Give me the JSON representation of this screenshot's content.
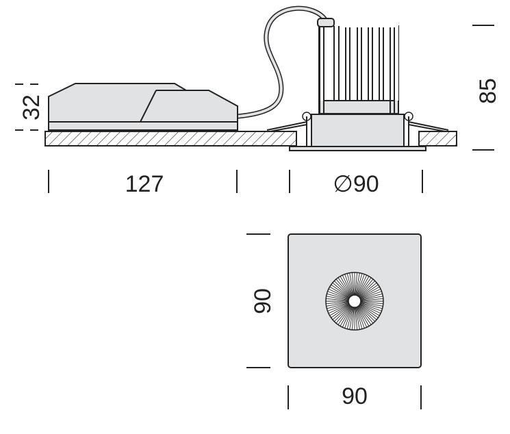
{
  "dimensions": {
    "driver_height": "32",
    "driver_length": "127",
    "lamp_diameter": "∅90",
    "lamp_height": "85",
    "front_height": "90",
    "front_width": "90"
  },
  "colors": {
    "fill": "#e1e2e4",
    "line": "#222222"
  }
}
